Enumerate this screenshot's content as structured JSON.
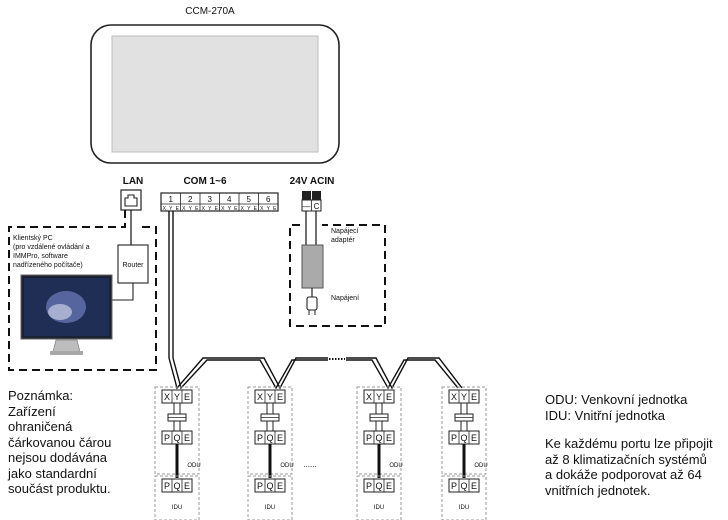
{
  "device": {
    "model": "CCM-270A",
    "lan_label": "LAN",
    "com_label": "COM 1~6",
    "com_ports": [
      "1",
      "2",
      "3",
      "4",
      "5",
      "6"
    ],
    "com_terminals": [
      "X",
      "Y",
      "E",
      "X",
      "Y",
      "E",
      "X",
      "Y",
      "E",
      "X",
      "Y",
      "E",
      "X",
      "Y",
      "E",
      "X",
      "Y",
      "E"
    ],
    "power_label": "24V ACIN",
    "power_terminals": [
      "—",
      "C"
    ]
  },
  "pc_box": {
    "line1": "Klientský PC",
    "line2": "(pro vzdálené ovládání a",
    "line3": "IMMPro, software",
    "line4": "nadřízeného počítače)",
    "router": "Router"
  },
  "power_box": {
    "adapter_line1": "Napájecí",
    "adapter_line2": "adaptér",
    "supply": "Napájení"
  },
  "units": {
    "odu_terminals": [
      "X",
      "Y",
      "E"
    ],
    "mid_terminals": [
      "P",
      "Q",
      "E"
    ],
    "idu_terminals": [
      "P",
      "Q",
      "E"
    ],
    "odu_label": "ODU",
    "idu_label": "IDU",
    "ellipsis": "......"
  },
  "note_left": {
    "line1": "Poznámka:",
    "line2": "Zařízení",
    "line3": "ohraničená",
    "line4": "čárkovanou čárou",
    "line5": "nejsou dodávána",
    "line6": "jako standardní",
    "line7": "součást produktu."
  },
  "note_right": {
    "line1": "ODU: Venkovní jednotka",
    "line2": "IDU: Vnitřní jednotka",
    "line3": "Ke každému portu lze připojit",
    "line4": "až 8 klimatizačních systémů",
    "line5": "a dokáže podporovat až 64",
    "line6": "vnitřních jednotek."
  }
}
